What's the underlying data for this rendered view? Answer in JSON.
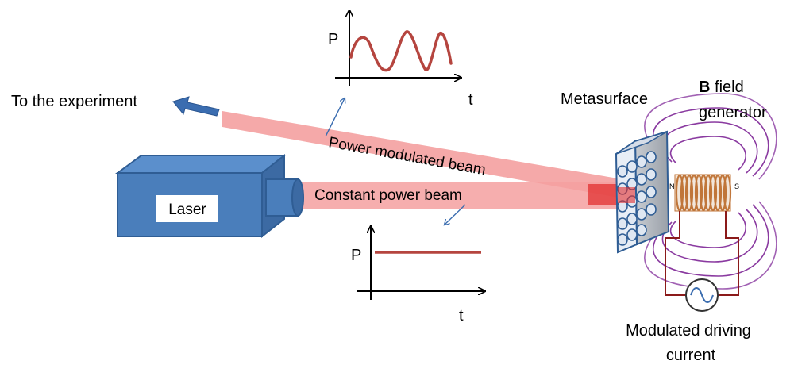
{
  "labels": {
    "to_experiment": "To the experiment",
    "laser": "Laser",
    "power_modulated_beam": "Power modulated beam",
    "constant_power_beam": "Constant power beam",
    "metasurface": "Metasurface",
    "b_field_bold": "B",
    "b_field_rest": " field",
    "b_field_line2": "generator",
    "modulated_driving_current_line1": "Modulated driving",
    "modulated_driving_current_line2": "current",
    "coil_pole_n": "N",
    "coil_pole_s": "S"
  },
  "plot_modulated": {
    "ylabel": "P",
    "xlabel": "t",
    "signal": "sinusoidal"
  },
  "plot_constant": {
    "ylabel": "P",
    "xlabel": "t",
    "signal": "constant"
  },
  "colors": {
    "beam": "#f4a0a0",
    "beam_core": "#e23030",
    "laser_body": "#4a7ebb",
    "laser_edge": "#2f5d94",
    "signal_curve": "#b5453f",
    "field_lines": "#8a3aa0",
    "circuit_wire": "#8b1a1a",
    "arrow_blue": "#3b6db0",
    "coil_copper": "#c0763a"
  }
}
